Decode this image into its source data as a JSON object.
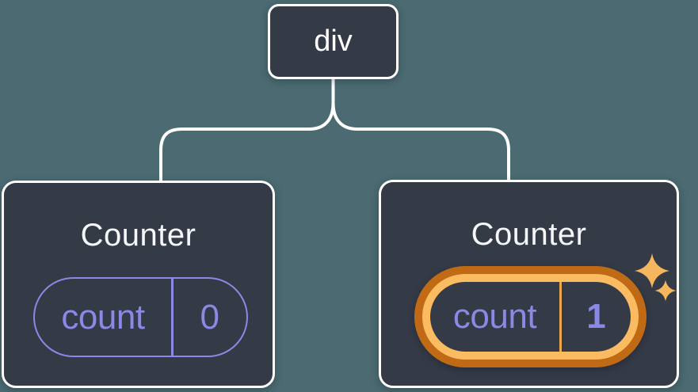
{
  "diagram": {
    "root": {
      "label": "div"
    },
    "children": [
      {
        "title": "Counter",
        "state_key": "count",
        "state_value": "0",
        "highlighted": false
      },
      {
        "title": "Counter",
        "state_key": "count",
        "state_value": "1",
        "highlighted": true
      }
    ]
  },
  "icons": {
    "sparkle_large": "4-point-star",
    "sparkle_small": "4-point-star"
  },
  "colors": {
    "background": "#4B6A71",
    "card_bg": "#343A46",
    "card_border": "#FFFFFF",
    "title_text": "#F5F6F8",
    "connector": "#FFFFFF",
    "purple": "#8B88E6",
    "orange_dark": "#C06A15",
    "orange_light": "#FABB61",
    "orange_divider": "#EDA74B",
    "sparkle": "#F6B65F"
  }
}
